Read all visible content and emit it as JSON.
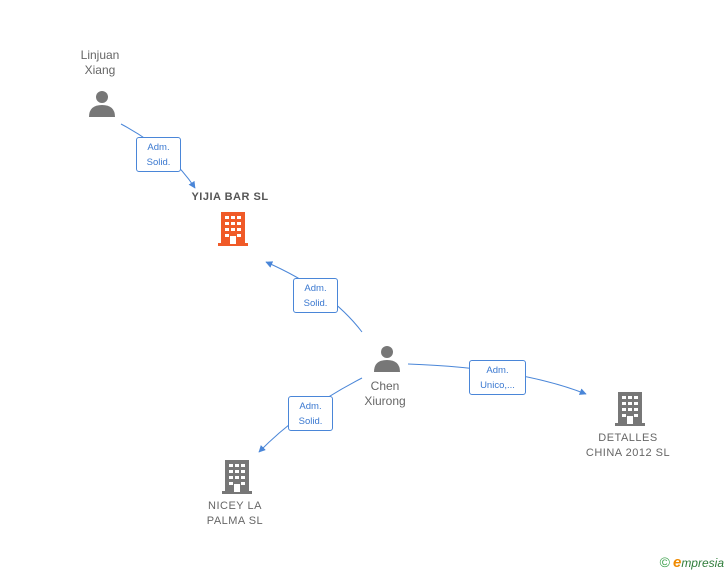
{
  "nodes": {
    "linjuan": {
      "line1": "Linjuan",
      "line2": "Xiang"
    },
    "yijia": {
      "line1": "YIJIA BAR  SL"
    },
    "chen": {
      "line1": "Chen",
      "line2": "Xiurong"
    },
    "detalles": {
      "line1": "DETALLES",
      "line2": "CHINA 2012 SL"
    },
    "nicey": {
      "line1": "NICEY LA",
      "line2": "PALMA  SL"
    }
  },
  "edges": {
    "linjuan_yijia": {
      "line1": "Adm.",
      "line2": "Solid."
    },
    "chen_yijia": {
      "line1": "Adm.",
      "line2": "Solid."
    },
    "chen_nicey": {
      "line1": "Adm.",
      "line2": "Solid."
    },
    "chen_detalles": {
      "line1": "Adm.",
      "line2": "Unico,..."
    }
  },
  "colors": {
    "edge": "#4a86d8",
    "person_icon": "#777777",
    "company_icon": "#777777",
    "company_highlight": "#f05a28"
  },
  "brand": {
    "copyright": "©",
    "initial": "e",
    "rest": "mpresia"
  }
}
